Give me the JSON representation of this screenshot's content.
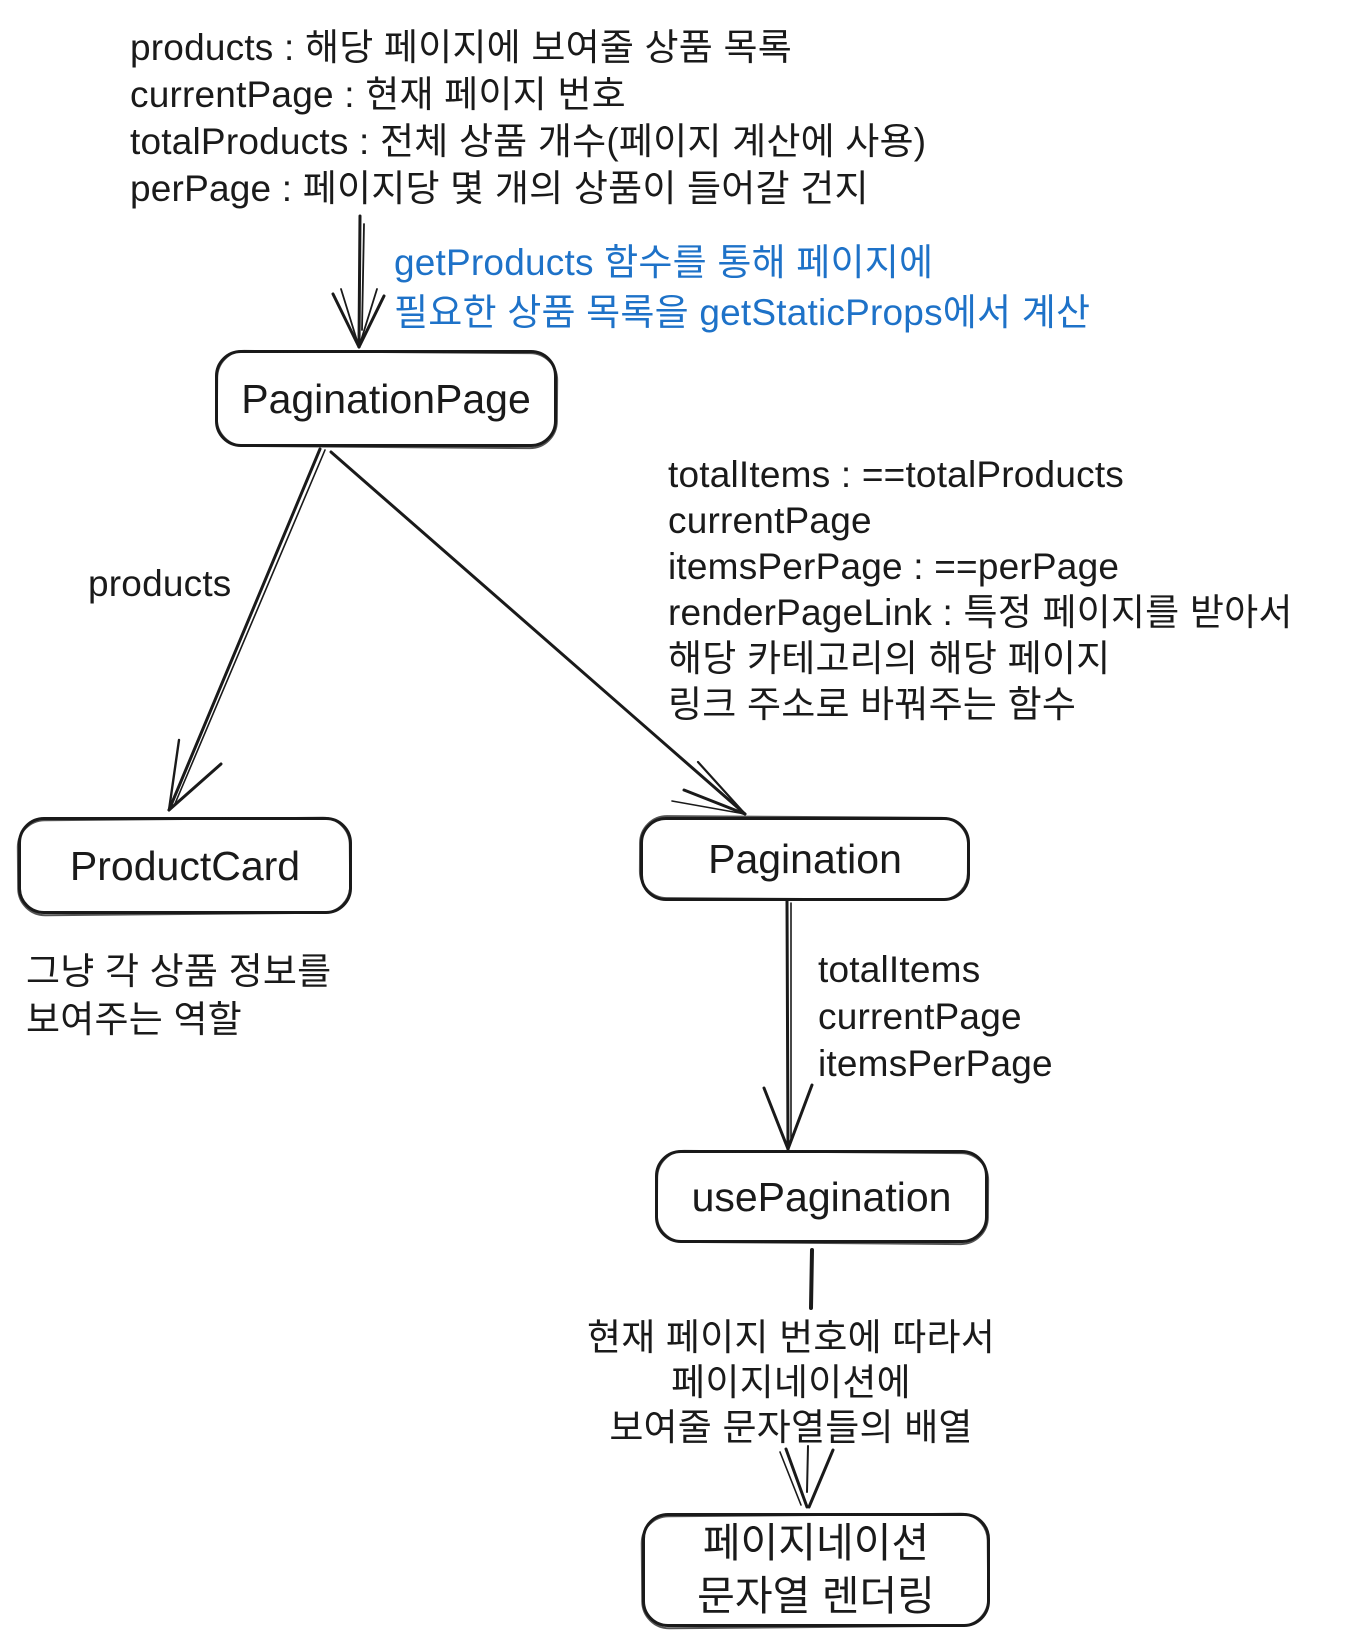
{
  "colors": {
    "ink": "#1a1a1a",
    "accent_blue": "#1e72c8",
    "background": "#ffffff"
  },
  "top_note": {
    "lines": [
      "products : 해당 페이지에 보여줄 상품 목록",
      "currentPage : 현재 페이지 번호",
      "totalProducts : 전체 상품 개수(페이지 계산에 사용)",
      "perPage : 페이지당 몇 개의 상품이 들어갈 건지"
    ]
  },
  "blue_note": {
    "lines": [
      "getProducts 함수를 통해 페이지에",
      "필요한 상품 목록을 getStaticProps에서 계산"
    ]
  },
  "nodes": {
    "pagination_page": {
      "label": "PaginationPage"
    },
    "product_card": {
      "label": "ProductCard"
    },
    "pagination": {
      "label": "Pagination"
    },
    "use_pagination": {
      "label": "usePagination"
    },
    "pagination_render": {
      "lines": [
        "페이지네이션",
        "문자열 렌더링"
      ]
    }
  },
  "edge_labels": {
    "products_edge": "products",
    "pagination_props": {
      "lines": [
        "totalItems : ==totalProducts",
        "currentPage",
        "itemsPerPage : ==perPage",
        "renderPageLink : 특정 페이지를 받아서",
        "해당 카테고리의 해당 페이지",
        "링크 주소로 바꿔주는 함수"
      ]
    },
    "use_pagination_props": {
      "lines": [
        "totalItems",
        "currentPage",
        "itemsPerPage"
      ]
    },
    "use_pagination_output": {
      "lines": [
        "현재 페이지 번호에 따라서",
        "페이지네이션에",
        "보여줄 문자열들의 배열"
      ]
    }
  },
  "product_card_note": {
    "lines": [
      "그냥 각 상품 정보를",
      "보여주는 역할"
    ]
  }
}
